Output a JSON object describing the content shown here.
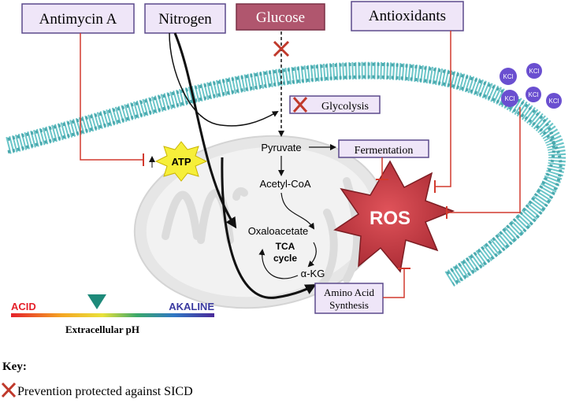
{
  "colors": {
    "box_fill": "#efe6f8",
    "box_stroke": "#5c4a8c",
    "glucose_fill": "#b0566e",
    "inhibit": "#d23a2e",
    "membrane": "#6cc6c9",
    "membrane_head": "#4aa8ad",
    "ros": "#c8383f",
    "kcl": "#6a4fd0",
    "atp_fill": "#f6ef3a",
    "ph_marker": "#1e8a7a"
  },
  "inputs": {
    "antimycin": "Antimycin A",
    "nitrogen": "Nitrogen",
    "glucose": "Glucose",
    "antioxidants": "Antioxidants"
  },
  "pathway": {
    "glycolysis": "Glycolysis",
    "pyruvate": "Pyruvate",
    "fermentation": "Fermentation",
    "acetyl_coa": "Acetyl-CoA",
    "oxaloacetate": "Oxaloacetate",
    "tca_line1": "TCA",
    "tca_line2": "cycle",
    "akg": "α-KG",
    "amino_line1": "Amino Acid",
    "amino_line2": "Synthesis",
    "atp": "ATP",
    "ros": "ROS"
  },
  "kcl_label": "KCl",
  "ph": {
    "acid": "ACID",
    "alkaline": "AKALINE",
    "caption": "Extracellular pH"
  },
  "key": {
    "title": "Key:",
    "item": "Prevention protected against SICD",
    "icon": "cross-icon"
  }
}
